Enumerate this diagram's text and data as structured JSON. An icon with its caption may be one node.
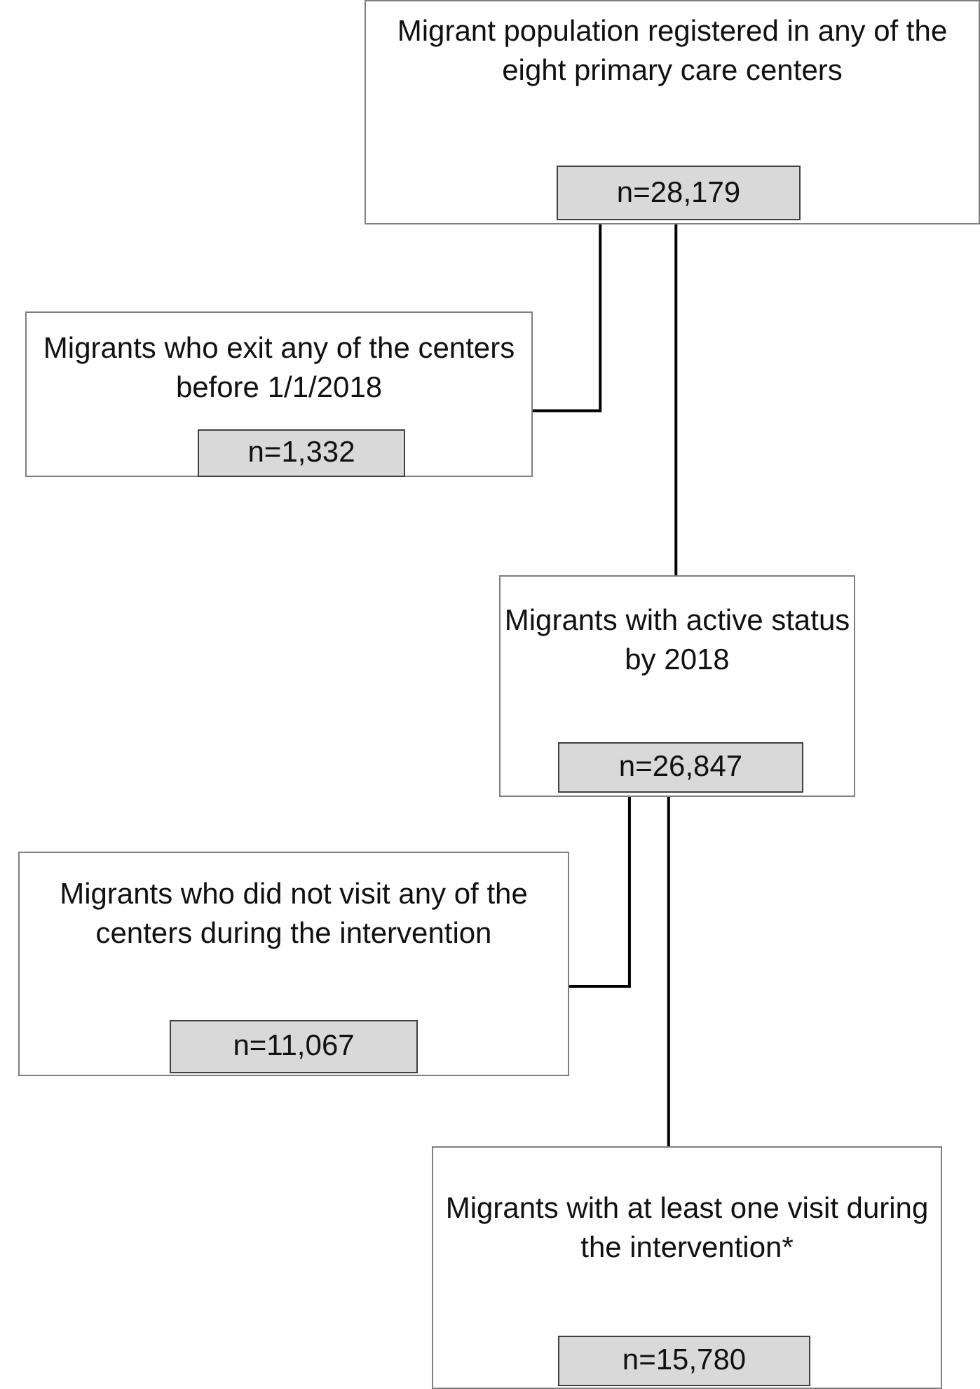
{
  "diagram": {
    "nodes": [
      {
        "text": [
          "Migrant population registered in any of the eight primary care centers"
        ]
      },
      {
        "text": [
          "n=28,179"
        ],
        "in": 0
      },
      {
        "text": [
          "Migrants who exit any of the centers before 1/1/2018"
        ]
      },
      {
        "text": [
          "n=1,332"
        ],
        "in": 2
      },
      {
        "text": [
          "Migrants with active status by 2018"
        ]
      },
      {
        "text": [
          "n=26,847"
        ],
        "in": 4
      },
      {
        "text": [
          "Migrants who did not visit any of the centers during the intervention"
        ]
      },
      {
        "text": [
          "n=11,067"
        ],
        "in": 6
      },
      {
        "text": [
          "Migrants with at least one visit during the intervention*"
        ]
      },
      {
        "text": [
          "n=15,780"
        ],
        "in": 8
      }
    ],
    "edges": [
      {
        "from": 0,
        "to": 2,
        "arrow": "none"
      },
      {
        "from": 0,
        "to": 4,
        "arrow": "none"
      },
      {
        "from": 4,
        "to": 6,
        "arrow": "none"
      },
      {
        "from": 4,
        "to": 8,
        "arrow": "none"
      }
    ]
  }
}
